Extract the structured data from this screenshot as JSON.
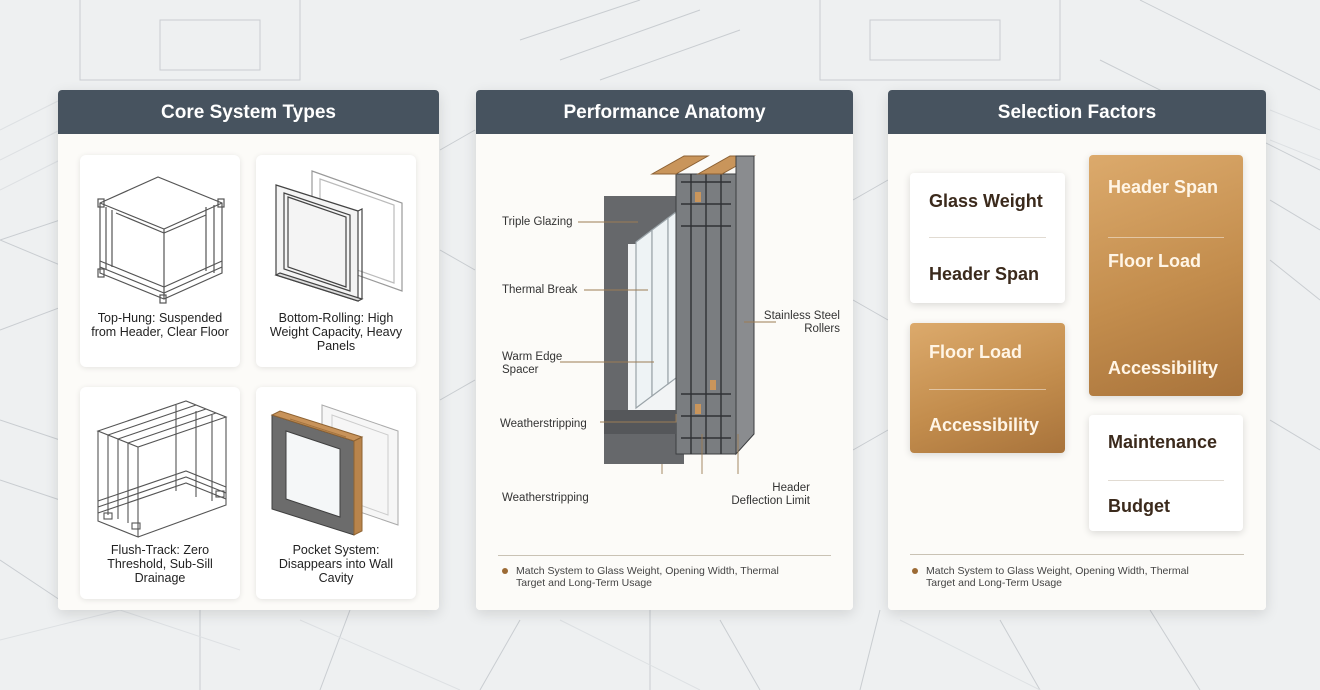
{
  "panels": {
    "core": {
      "title": "Core System Types",
      "types": [
        {
          "caption": "Top-Hung: Suspended from Header, Clear Floor",
          "icon": "top-hung-frame-icon"
        },
        {
          "caption": "Bottom-Rolling: High Weight Capacity, Heavy Panels",
          "icon": "bottom-rolling-frame-icon"
        },
        {
          "caption": "Flush-Track: Zero Threshold, Sub-Sill Drainage",
          "icon": "flush-track-frame-icon"
        },
        {
          "caption": "Pocket System: Disappears into Wall Cavity",
          "icon": "pocket-system-frame-icon"
        }
      ]
    },
    "anatomy": {
      "title": "Performance Anatomy",
      "callouts": {
        "triple_glazing": "Triple Glazing",
        "thermal_break": "Thermal Break",
        "warm_edge_spacer": "Warm Edge Spacer",
        "weatherstripping_1": "Weatherstripping",
        "weatherstripping_2": "Weatherstripping",
        "stainless_rollers": "Stainless Steel Rollers",
        "header_deflection": "Header Deflection Limit"
      },
      "footnote": "Match System to Glass Weight, Opening Width, Thermal Target and Long-Term Usage"
    },
    "selection": {
      "title": "Selection Factors",
      "cards": [
        {
          "style": "light",
          "items": [
            "Glass Weight",
            "Header Span"
          ]
        },
        {
          "style": "gold",
          "items": [
            "Floor Load",
            "Accessibility"
          ]
        },
        {
          "style": "gold",
          "items": [
            "Header Span",
            "Floor Load",
            "Accessibility"
          ]
        },
        {
          "style": "light",
          "items": [
            "Maintenance",
            "Budget"
          ]
        }
      ],
      "footnote": "Match System to Glass Weight, Opening Width, Thermal Target and Long-Term Usage"
    }
  },
  "colors": {
    "header_bg": "#47535f",
    "accent_gold": "#c38d4d",
    "background": "#eef0f1"
  }
}
